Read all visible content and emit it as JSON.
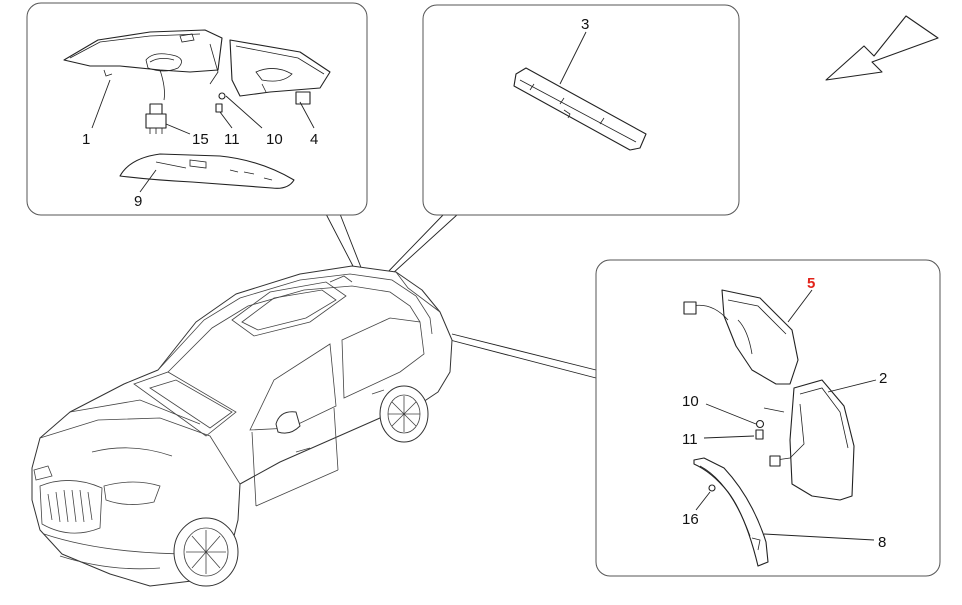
{
  "callouts": {
    "top_left": {
      "p1": "1",
      "p15": "15",
      "p11": "11",
      "p10": "10",
      "p4": "4",
      "p9": "9"
    },
    "top_center": {
      "p3": "3"
    },
    "right": {
      "p5": "5",
      "p2": "2",
      "p10": "10",
      "p11": "11",
      "p16": "16",
      "p8": "8"
    }
  },
  "colors": {
    "highlight": "#e2231a",
    "line": "#222222",
    "frame": "#555555"
  },
  "icons": {
    "direction": "arrow-icon"
  }
}
